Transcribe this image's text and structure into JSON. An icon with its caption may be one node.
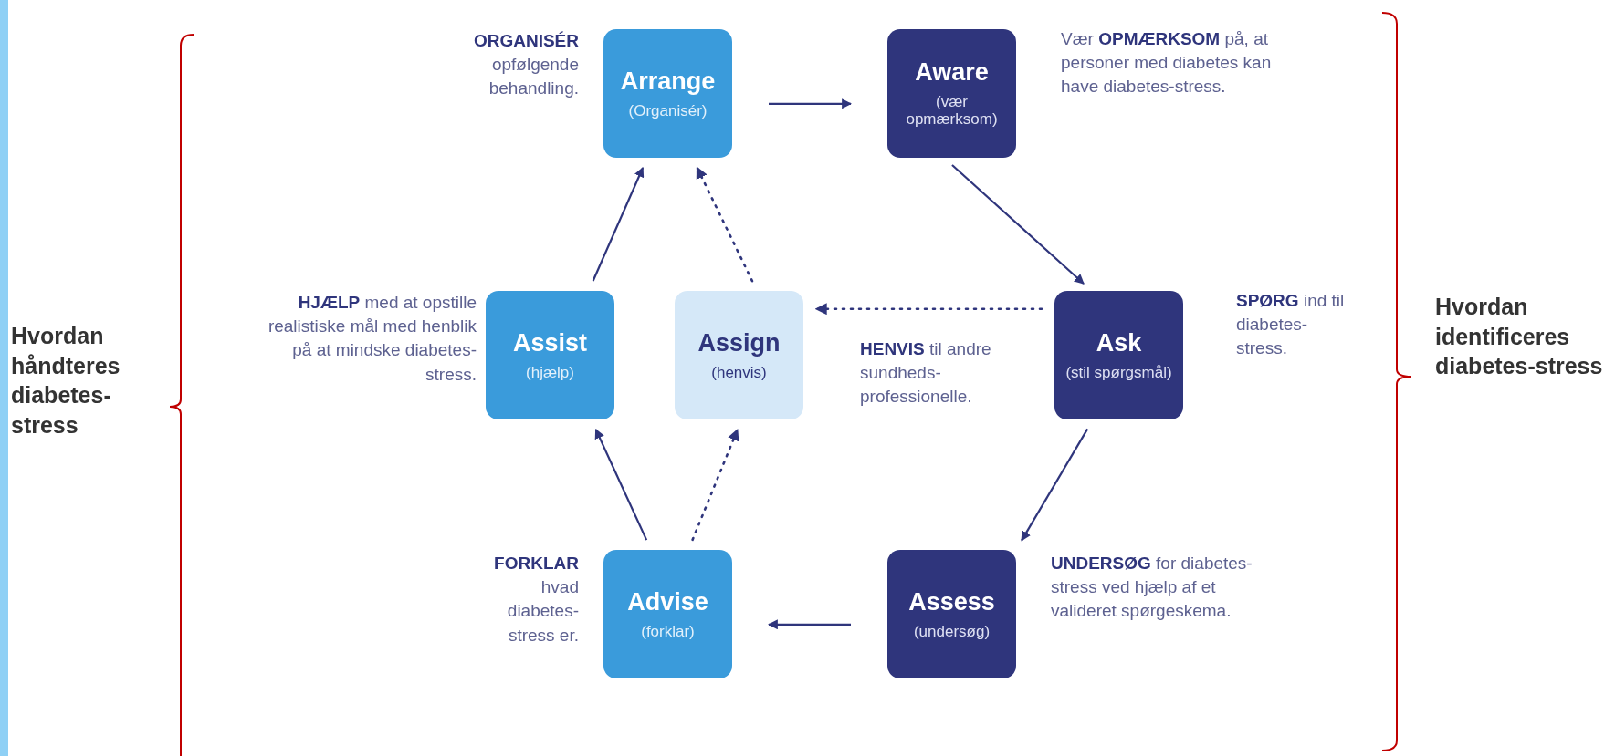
{
  "diagram": {
    "nodes": [
      {
        "text": [
          "Arrange",
          "(Organisér)"
        ],
        "beside": [
          "**ORGANISÉR** opfølgende behandling."
        ]
      },
      {
        "text": [
          "Aware",
          "(vær opmærksom)"
        ],
        "beside": [
          "Vær **OPMÆRKSOM** på, at personer med diabetes kan have diabetes-stress."
        ]
      },
      {
        "text": [
          "Assist",
          "(hjælp)"
        ],
        "beside": [
          "**HJÆLP** med at opstille realistiske mål med henblik på at mindske diabetes-stress."
        ]
      },
      {
        "text": [
          "Assign",
          "(henvis)"
        ],
        "beside": [
          "**HENVIS** til andre sundheds-professionelle."
        ]
      },
      {
        "text": [
          "Ask",
          "(stil spørgsmål)"
        ],
        "beside": [
          "**SPØRG** ind til diabetes-stress."
        ]
      },
      {
        "text": [
          "Advise",
          "(forklar)"
        ],
        "beside": [
          "**FORKLAR** hvad diabetes-stress er."
        ]
      },
      {
        "text": [
          "Assess",
          "(undersøg)"
        ],
        "beside": [
          "**UNDERSØG** for diabetes-stress ved hjælp af et valideret spørgeskema."
        ]
      }
    ],
    "edges": [
      {
        "from": 0,
        "to": 1,
        "arrow": "to"
      },
      {
        "from": 1,
        "to": 4,
        "arrow": "to"
      },
      {
        "from": 4,
        "to": 6,
        "arrow": "to"
      },
      {
        "from": 6,
        "to": 5,
        "arrow": "to"
      },
      {
        "from": 5,
        "to": 2,
        "arrow": "to"
      },
      {
        "from": 5,
        "to": 3,
        "arrow": "to",
        "style": "dashed"
      },
      {
        "from": 2,
        "to": 0,
        "arrow": "to"
      },
      {
        "from": 3,
        "to": 0,
        "arrow": "to",
        "style": "dashed"
      },
      {
        "from": 4,
        "to": 3,
        "arrow": "to",
        "style": "dashed"
      }
    ],
    "labels": [
      "Hvordan håndteres diabetes-stress",
      "Hvordan identificeres diabetes-stress"
    ]
  }
}
